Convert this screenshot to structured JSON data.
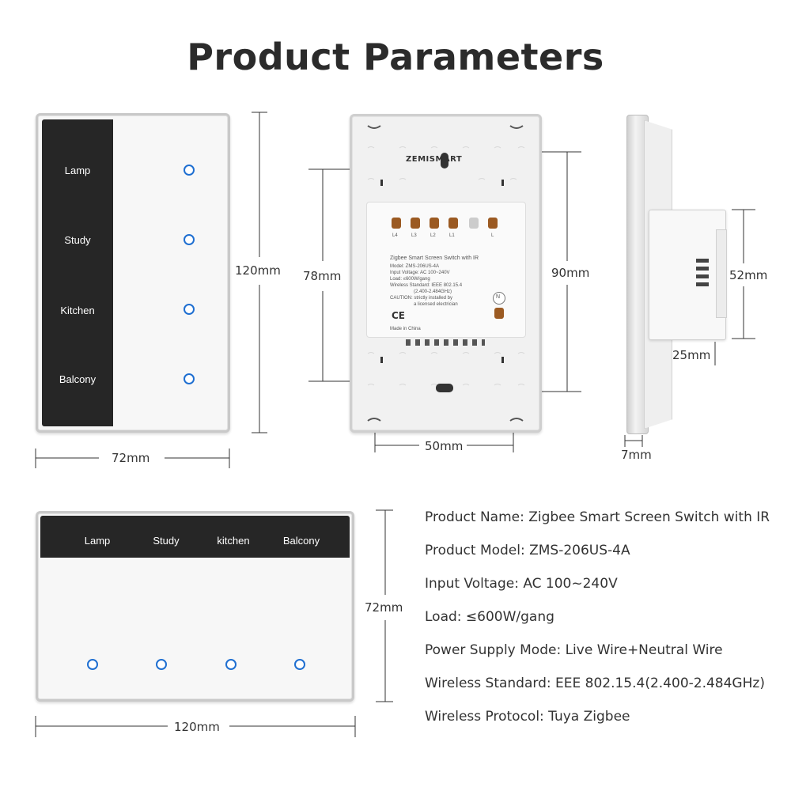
{
  "title": "Product Parameters",
  "front_view": {
    "labels": [
      "Lamp",
      "Study",
      "Kitchen",
      "Balcony"
    ],
    "width_label": "72mm",
    "height_label": "120mm"
  },
  "back_view": {
    "brand": "ZEMISMART",
    "terminals": [
      "L4",
      "L3",
      "L2",
      "L1",
      "",
      "L"
    ],
    "neutral": "N",
    "label_lines": [
      "Zigbee Smart Screen Switch with IR",
      "Model: ZMS-206US-4A",
      "Input Voltage: AC 100~240V",
      "Load: ≤600W/gang",
      "Wireless Standard: IEEE 802.15.4",
      "(2.400-2.484GHz)",
      "CAUTION: strictly installed by",
      "a licensed electrician",
      "Made in China"
    ],
    "ce_mark": "CE",
    "dims": {
      "inner_height": "78mm",
      "hole_spacing": "90mm",
      "width": "50mm"
    }
  },
  "side_view": {
    "dims": {
      "box_height": "52mm",
      "depth": "25mm",
      "plate": "7mm"
    }
  },
  "landscape_view": {
    "labels": [
      "Lamp",
      "Study",
      "kitchen",
      "Balcony"
    ],
    "width_label": "120mm",
    "height_label": "72mm"
  },
  "specs": [
    "Product Name: Zigbee Smart Screen Switch with IR",
    "Product Model: ZMS-206US-4A",
    "Input Voltage: AC 100~240V",
    "Load: ≤600W/gang",
    "Power Supply Mode: Live Wire+Neutral Wire",
    "Wireless Standard: EEE 802.15.4(2.400-2.484GHz)",
    "Wireless Protocol: Tuya Zigbee"
  ],
  "colors": {
    "accent_blue": "#1f6fd1",
    "strip": "#262626",
    "frame": "#c9c9c9"
  }
}
